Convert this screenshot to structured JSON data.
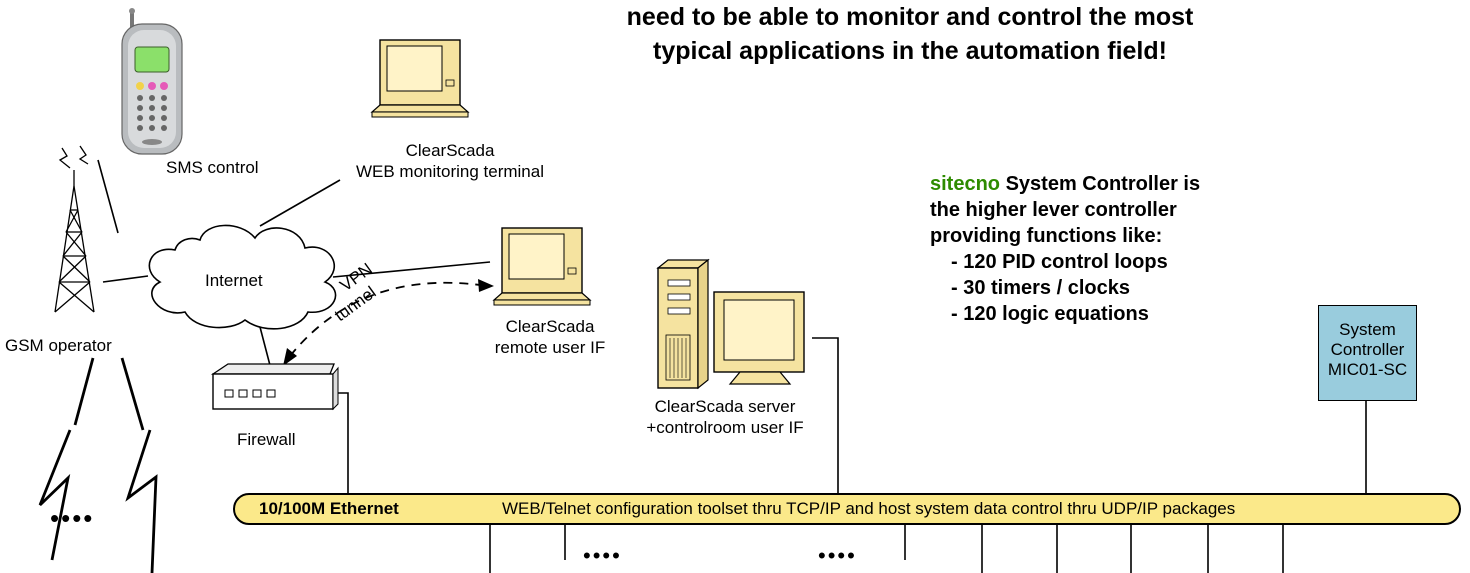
{
  "headline": {
    "line1": "need to be able to monitor and control the most",
    "line2": "typical applications in the automation field!"
  },
  "nodes": {
    "sms": "SMS control",
    "web_terminal": {
      "line1": "ClearScada",
      "line2": "WEB monitoring terminal"
    },
    "gsm": "GSM operator",
    "internet": "Internet",
    "vpn": {
      "line1": "VPN",
      "line2": "tunnel"
    },
    "remote_ui": {
      "line1": "ClearScada",
      "line2": "remote user IF"
    },
    "firewall": "Firewall",
    "server": {
      "line1": "ClearScada server",
      "line2": "+controlroom user IF"
    },
    "system_controller": {
      "line1": "System",
      "line2": "Controller",
      "line3": "MIC01-SC"
    }
  },
  "info": {
    "brand": "sitecno",
    "line1_rest": " System Controller is",
    "line2": "the higher lever controller",
    "line3": "providing functions like:",
    "bullets": [
      "- 120 PID control loops",
      "- 30 timers / clocks",
      "- 120 logic equations"
    ]
  },
  "bus": {
    "name": "10/100M Ethernet",
    "description": "WEB/Telnet configuration toolset thru TCP/IP and host system data control thru UDP/IP  packages"
  },
  "ellipsis": "••••",
  "colors": {
    "bus_fill": "#fbe98a",
    "controller_fill": "#99ccdd",
    "laptop_screen": "#f5e3a0",
    "phone_screen": "#8be06a",
    "brand_green": "#2e8b00"
  },
  "icons": [
    "mobile-phone-icon",
    "radio-tower-icon",
    "laptop-icon",
    "cloud-icon",
    "firewall-icon",
    "server-pc-icon",
    "lightning-icon"
  ]
}
